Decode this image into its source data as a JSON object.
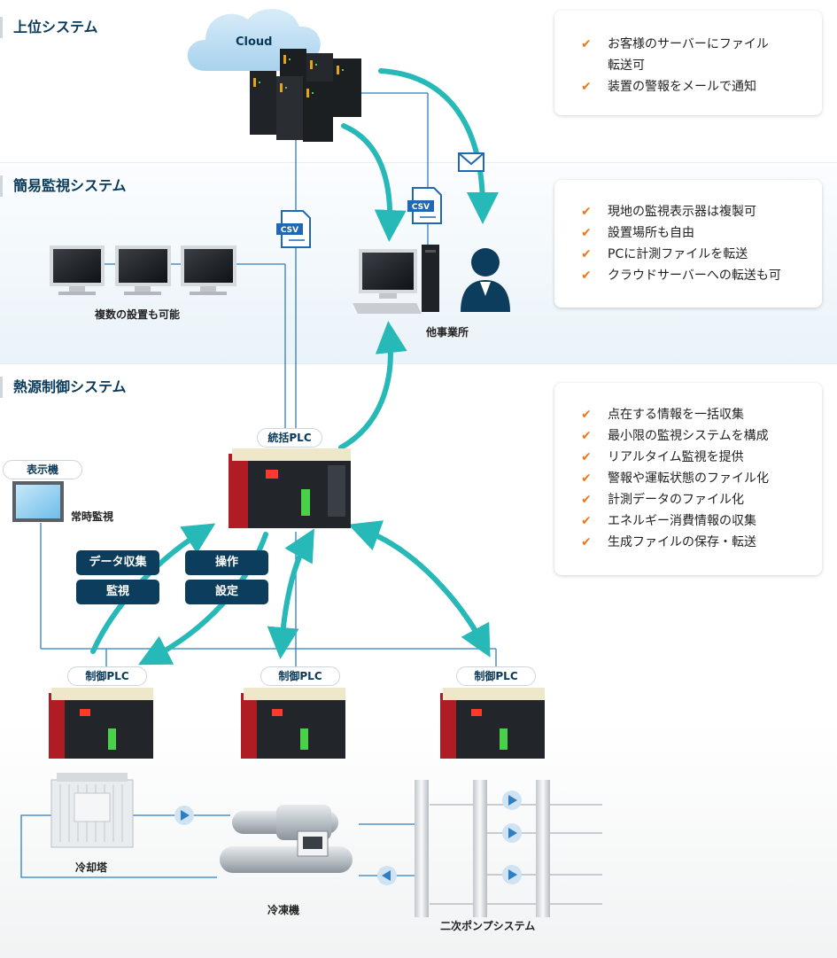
{
  "sections": {
    "upper": {
      "title": "上位システム"
    },
    "simple": {
      "title": "簡易監視システム"
    },
    "heat": {
      "title": "熱源制御システム"
    }
  },
  "cards": {
    "upper": {
      "items": [
        "お客様のサーバーにファイル",
        "転送可",
        "装置の警報をメールで通知"
      ]
    },
    "simple": {
      "items": [
        "現地の監視表示器は複製可",
        "設置場所も自由",
        "PCに計測ファイルを転送",
        "クラウドサーバーへの転送も可"
      ]
    },
    "heat": {
      "items": [
        "点在する情報を一括収集",
        "最小限の監視システムを構成",
        "リアルタイム監視を提供",
        "警報や運転状態のファイル化",
        "計測データのファイル化",
        "エネルギー消費情報の収集",
        "生成ファイルの保存・転送"
      ]
    }
  },
  "diagram": {
    "cloud_label": "Cloud",
    "csv_label": "CSV",
    "monitors_caption": "複数の設置も可能",
    "office_caption": "他事業所",
    "master_plc": "統括PLC",
    "display_label": "表示機",
    "display_caption": "常時監視",
    "tags": [
      "データ収集",
      "監視",
      "操作",
      "設定"
    ],
    "control_plc": "制御PLC",
    "cooling_tower": "冷却塔",
    "chiller": "冷凍機",
    "pump_system": "二次ポンプシステム"
  },
  "colors": {
    "accent": "#27b8b8",
    "navy": "#0d3d5c",
    "check": "#f07818",
    "csv": "#1f68b5",
    "line": "#2f7fc0"
  }
}
